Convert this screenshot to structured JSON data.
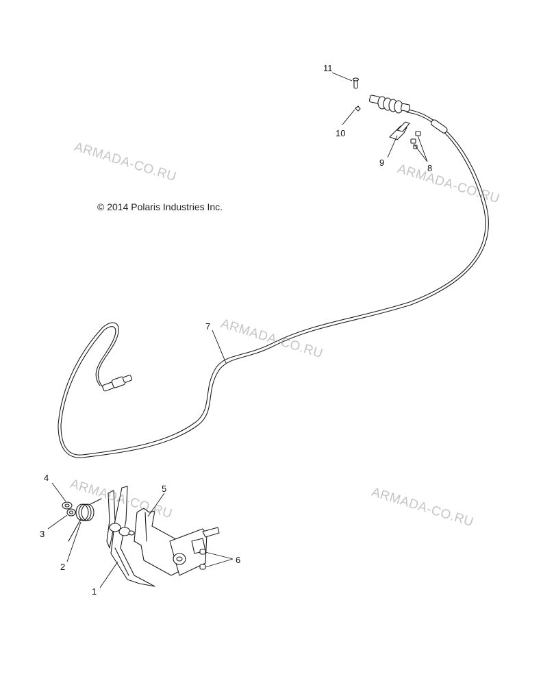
{
  "copyright": "© 2014 Polaris Industries Inc.",
  "watermark": "ARMADA-CO.RU",
  "callouts": [
    "1",
    "2",
    "3",
    "4",
    "5",
    "6",
    "7",
    "8",
    "9",
    "10",
    "11"
  ]
}
